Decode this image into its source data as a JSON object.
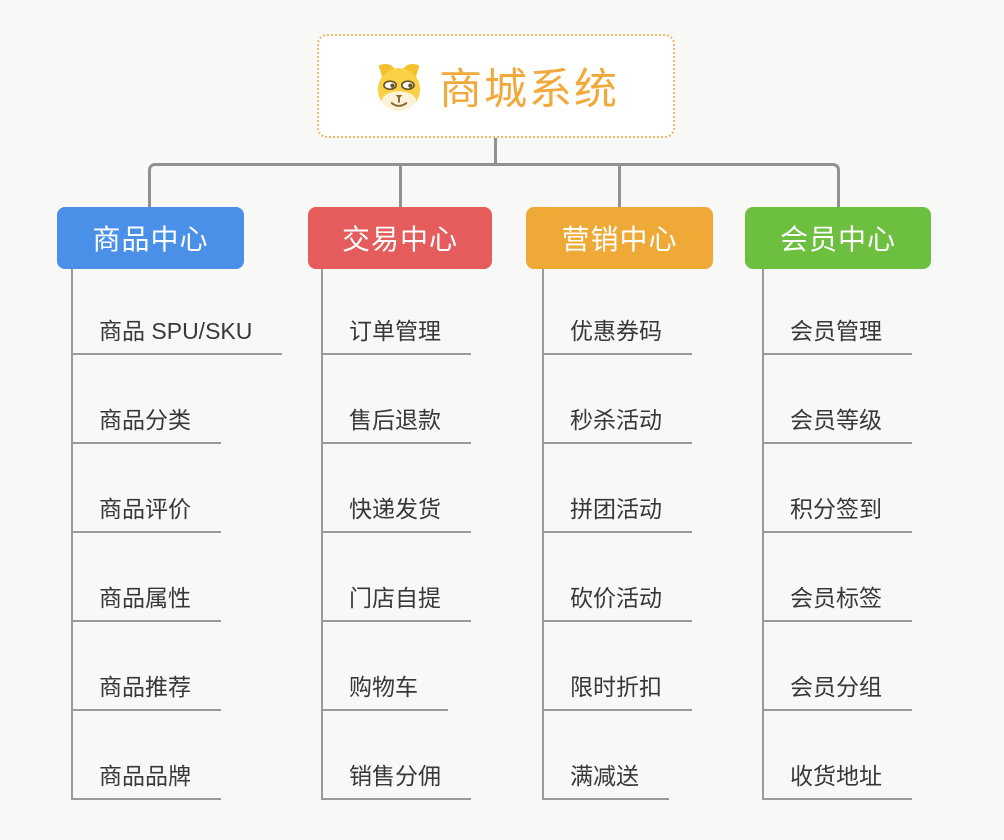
{
  "root": {
    "title": "商城系统",
    "icon": "dog-face-icon",
    "text_color": "#f2a93b",
    "border_color": "#f0b469"
  },
  "colors": {
    "background": "#f8f8f7",
    "connector_line": "#919191",
    "underline": "#9a9a9a",
    "leaf_text": "#383838"
  },
  "branches": [
    {
      "label": "商品中心",
      "color": "#4a90e8",
      "items": [
        "商品 SPU/SKU",
        "商品分类",
        "商品评价",
        "商品属性",
        "商品推荐",
        "商品品牌"
      ]
    },
    {
      "label": "交易中心",
      "color": "#e45c5c",
      "items": [
        "订单管理",
        "售后退款",
        "快递发货",
        "门店自提",
        "购物车",
        "销售分佣"
      ]
    },
    {
      "label": "营销中心",
      "color": "#efa937",
      "items": [
        "优惠券码",
        "秒杀活动",
        "拼团活动",
        "砍价活动",
        "限时折扣",
        "满减送"
      ]
    },
    {
      "label": "会员中心",
      "color": "#6cbf3f",
      "items": [
        "会员管理",
        "会员等级",
        "积分签到",
        "会员标签",
        "会员分组",
        "收货地址"
      ]
    }
  ]
}
